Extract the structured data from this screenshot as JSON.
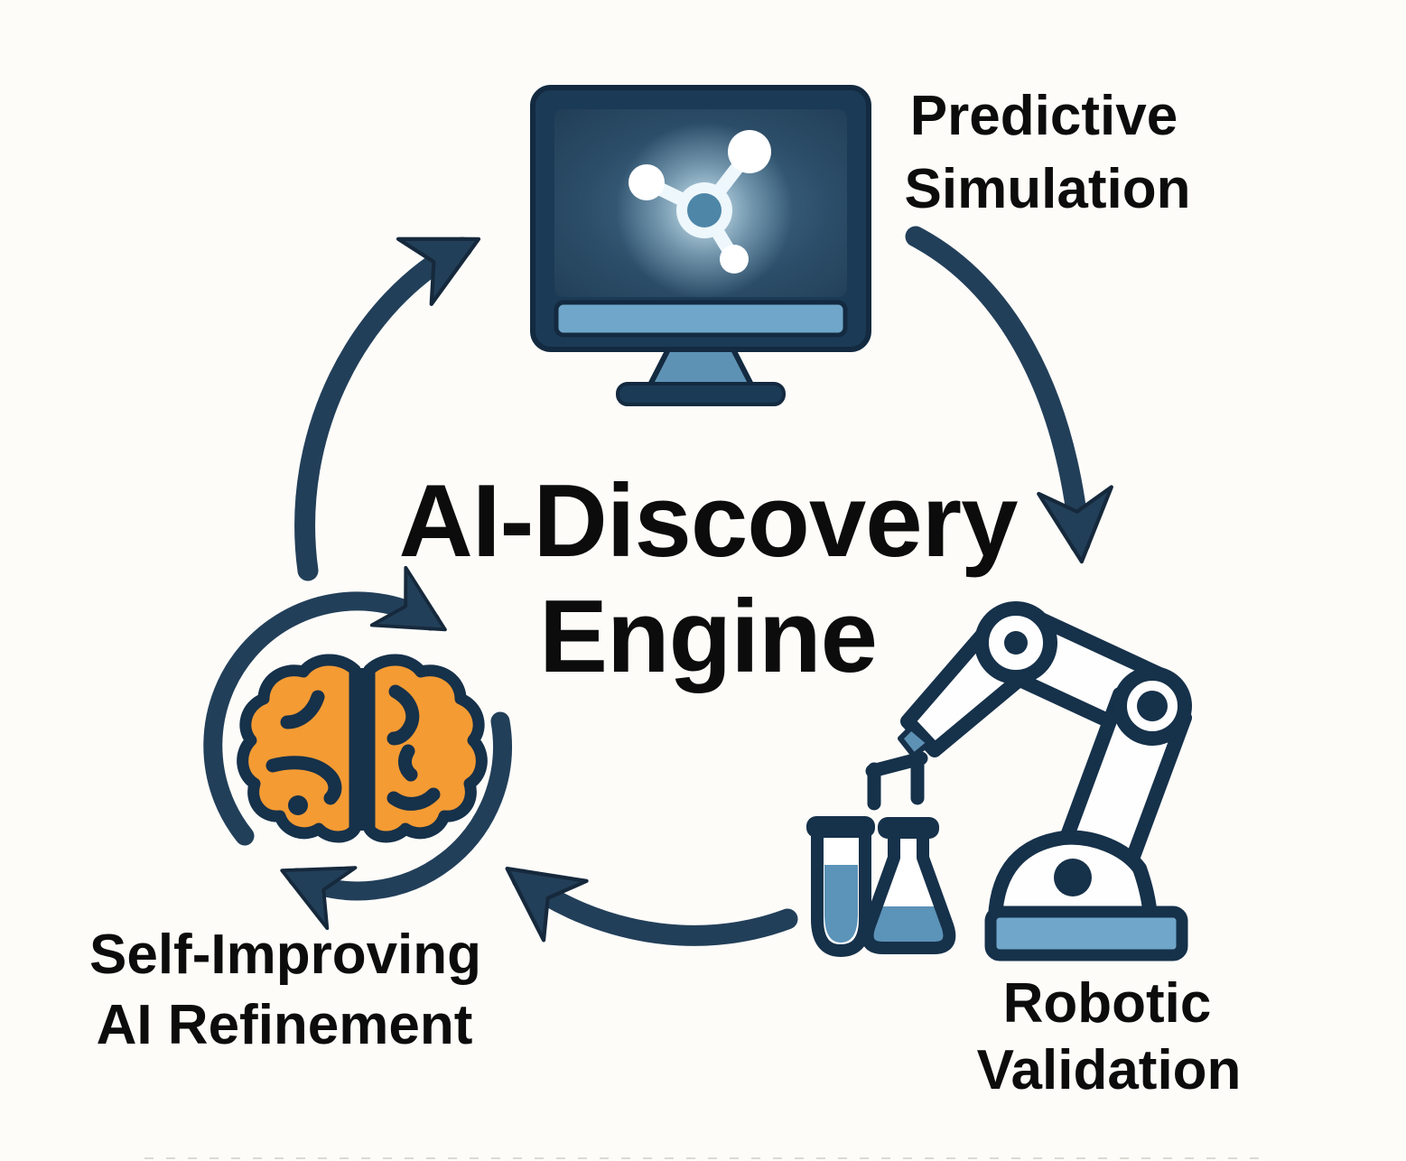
{
  "diagram": {
    "title": {
      "line1": "AI-Discovery",
      "line2": "Engine"
    },
    "stages": [
      {
        "id": "predictive-simulation",
        "label": {
          "line1": "Predictive",
          "line2": "Simulation"
        },
        "icon": "monitor-molecule-icon",
        "position": "top"
      },
      {
        "id": "robotic-validation",
        "label": {
          "line1": "Robotic",
          "line2": "Validation"
        },
        "icon": "robot-arm-labware-icon",
        "position": "bottom-right"
      },
      {
        "id": "self-improving-ai-refinement",
        "label": {
          "line1": "Self-Improving",
          "line2": "AI Refinement"
        },
        "icon": "brain-cycle-icon",
        "position": "bottom-left"
      }
    ],
    "connections": [
      {
        "from": "predictive-simulation",
        "to": "robotic-validation"
      },
      {
        "from": "robotic-validation",
        "to": "self-improving-ai-refinement"
      },
      {
        "from": "self-improving-ai-refinement",
        "to": "predictive-simulation"
      }
    ]
  },
  "colors": {
    "background": "#fdfcf9",
    "navy": "#1b3a55",
    "navy_outline": "#132a40",
    "arrow": "#223f59",
    "light_blue": "#6fa6c9",
    "stand_blue": "#5e92b5",
    "liquid_blue": "#5c93b8",
    "molecule_core": "#4e86a8",
    "brain_orange": "#f49b33",
    "text": "#0c0c0c"
  }
}
